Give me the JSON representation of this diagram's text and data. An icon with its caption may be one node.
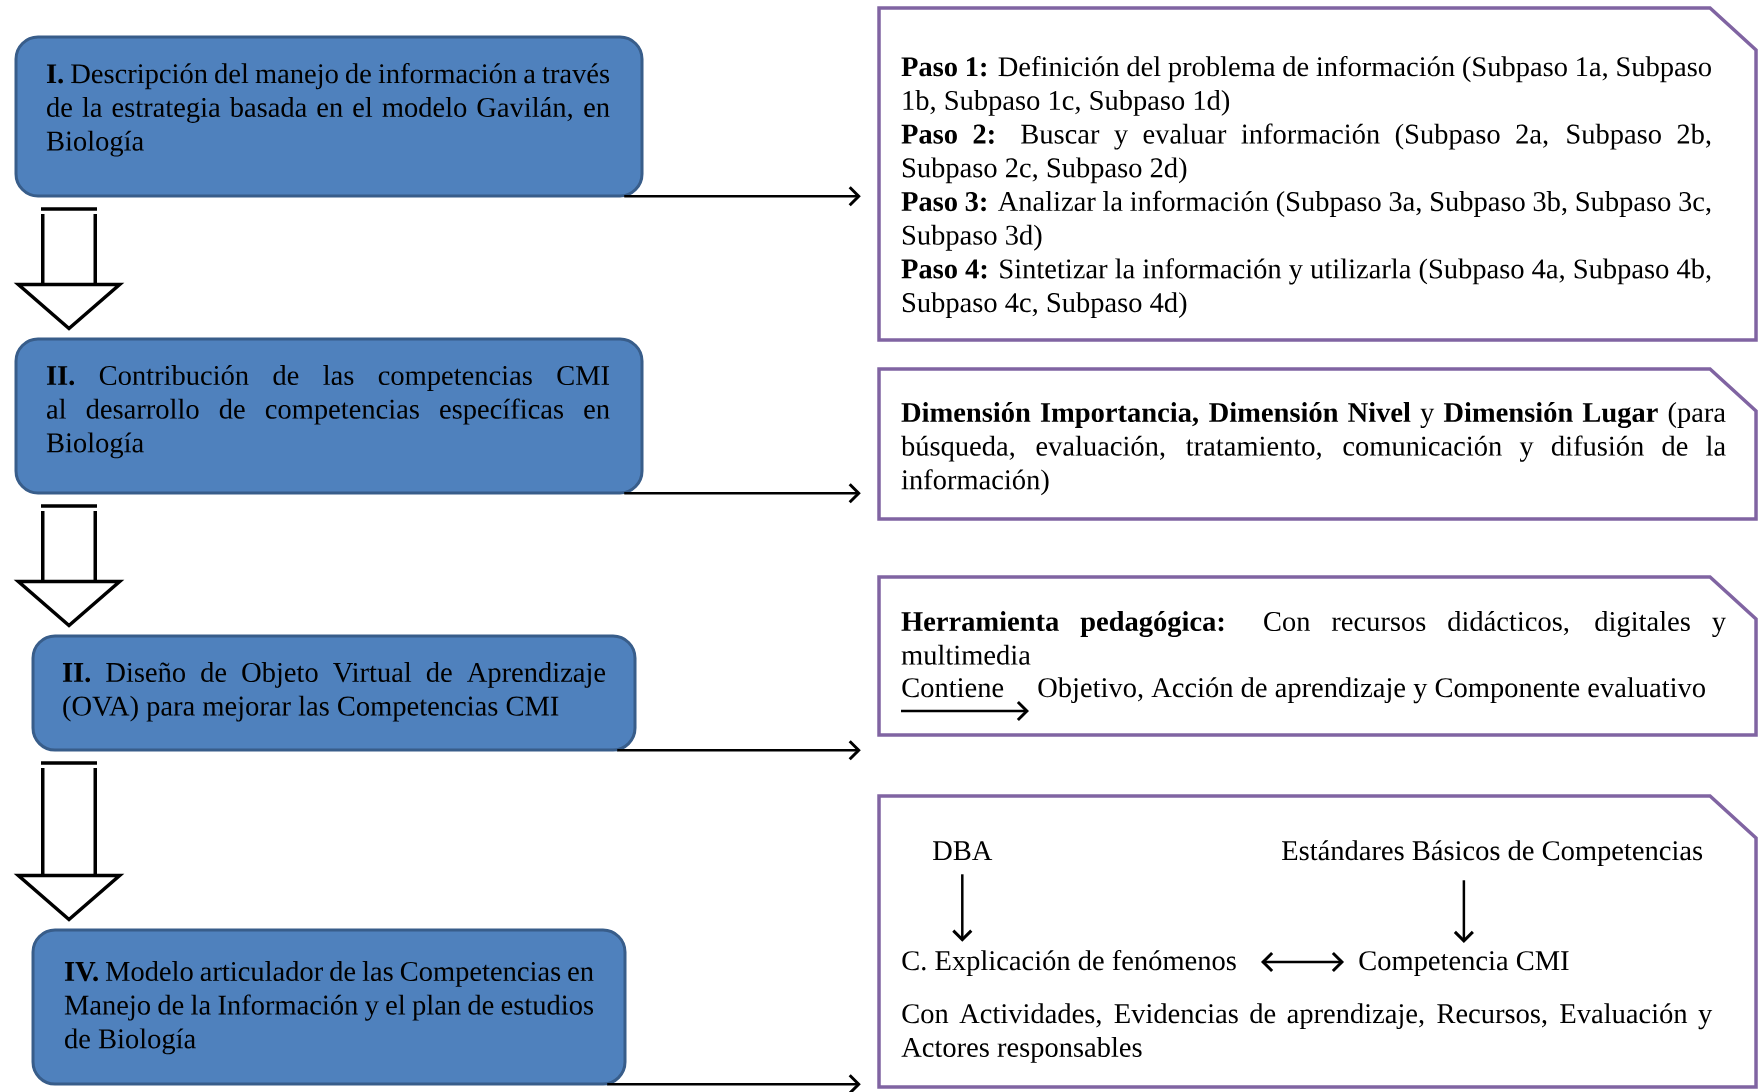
{
  "diagram": {
    "nodes": [
      {
        "text": [
          "**I.** Descripción del manejo de información a través de la estrategia basada en el modelo Gavilán, en Biología"
        ]
      },
      {
        "text": [
          "**Paso 1:** Definición del problema de información (Subpaso 1a, Subpaso 1b, Subpaso 1c, Subpaso 1d)",
          "**Paso 2:** Buscar y evaluar información (Subpaso 2a, Subpaso 2b, Subpaso 2c, Subpaso 2d)",
          "**Paso 3:** Analizar la información (Subpaso 3a, Subpaso 3b, Subpaso 3c, Subpaso 3d)",
          "**Paso 4:** Sintetizar la información y utilizarla (Subpaso 4a, Subpaso 4b, Subpaso 4c, Subpaso 4d)"
        ]
      },
      {
        "text": [
          "**II.** Contribución de las competencias CMI al desarrollo de competencias específicas en Biología"
        ]
      },
      {
        "text": [
          "**Dimensión Importancia, Dimensión Nivel** y **Dimensión Lugar** (para búsqueda, evaluación, tratamiento, comunicación y difusión de la información)"
        ]
      },
      {
        "text": [
          "**II.** Diseño de Objeto Virtual de Aprendizaje (OVA) para mejorar las Competencias CMI"
        ]
      },
      {
        "text": [
          "**Herramienta pedagógica:** Con recursos didácticos, digitales y multimedia"
        ]
      },
      {
        "text": [
          "Contiene"
        ],
        "in": 5
      },
      {
        "text": [
          "Objetivo, Acción de aprendizaje y Componente evaluativo"
        ],
        "in": 5
      },
      {
        "text": [
          "**IV.** Modelo articulador de las Competencias en Manejo de la Información y el plan de estudios de Biología"
        ]
      },
      {
        "text": [],
        "shape": "box"
      },
      {
        "text": [
          "DBA"
        ],
        "in": 9
      },
      {
        "text": [
          "Estándares Básicos de Competencias"
        ],
        "in": 9
      },
      {
        "text": [
          "C. Explicación de fenómenos"
        ],
        "in": 9
      },
      {
        "text": [
          "Competencia CMI"
        ],
        "in": 9
      },
      {
        "text": [
          "Con Actividades, Evidencias de aprendizaje, Recursos, Evaluación y Actores responsables"
        ],
        "in": 9
      }
    ],
    "edges": [
      {
        "from": 0,
        "to": 1,
        "arrow": "to"
      },
      {
        "from": 0,
        "to": 2,
        "arrow": "to",
        "style": "thick"
      },
      {
        "from": 2,
        "to": 3,
        "arrow": "to"
      },
      {
        "from": 2,
        "to": 4,
        "arrow": "to",
        "style": "thick"
      },
      {
        "from": 4,
        "to": 5,
        "arrow": "to"
      },
      {
        "from": 6,
        "to": 7,
        "arrow": "to"
      },
      {
        "from": 4,
        "to": 8,
        "arrow": "to",
        "style": "thick"
      },
      {
        "from": 8,
        "to": 9,
        "arrow": "to"
      },
      {
        "from": 10,
        "to": 12,
        "arrow": "to"
      },
      {
        "from": 11,
        "to": 13,
        "arrow": "to"
      },
      {
        "from": 12,
        "to": 13,
        "arrow": "both"
      }
    ]
  }
}
